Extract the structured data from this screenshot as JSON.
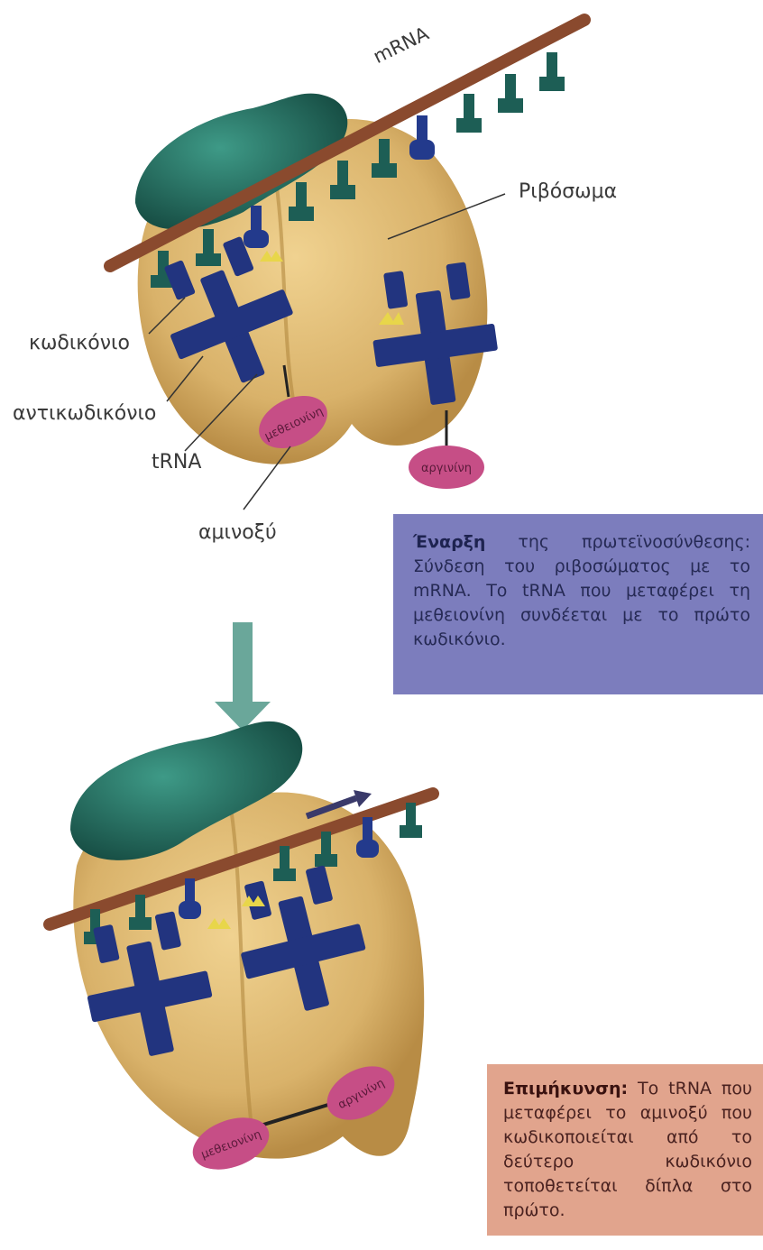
{
  "labels": {
    "mrna": "mRNA",
    "ribosome": "Ριβόσωμα",
    "codon": "κωδικόνιο",
    "anticodon": "αντικωδικόνιο",
    "trna": "tRNA",
    "amino_acid": "αμινοξύ",
    "aa_methionine": "μεθειονίνη",
    "aa_arginine": "αργινίνη"
  },
  "panels": {
    "initiation": {
      "title": "Έναρξη",
      "text": "της πρωτεϊνοσύνθεσης: Σύνδεση του ριβοσώματος με το mRNA. Το tRNA που μεταφέρει τη μεθειονίνη συνδέεται με το πρώτο κωδικόνιο."
    },
    "elongation": {
      "title": "Επιμήκυνση:",
      "text": "Το tRNA που μεταφέρει το αμινοξύ που κωδικοποιείται από το δεύτερο κωδικόνιο τοποθετείται δίπλα στο πρώτο."
    }
  },
  "colors": {
    "ribosome": "#d9b26a",
    "ribosome_shade": "#b88c45",
    "small_subunit_cap": "#1f6a5e",
    "mrna_strand": "#8a4a2e",
    "codon_teal": "#1d5e55",
    "codon_blue": "#233a8c",
    "trna": "#22347f",
    "amino_acid": "#c64e86",
    "flow_arrow": "#6aa79a",
    "initiation_box": "#7c7dbd",
    "elongation_box": "#e1a48d"
  }
}
